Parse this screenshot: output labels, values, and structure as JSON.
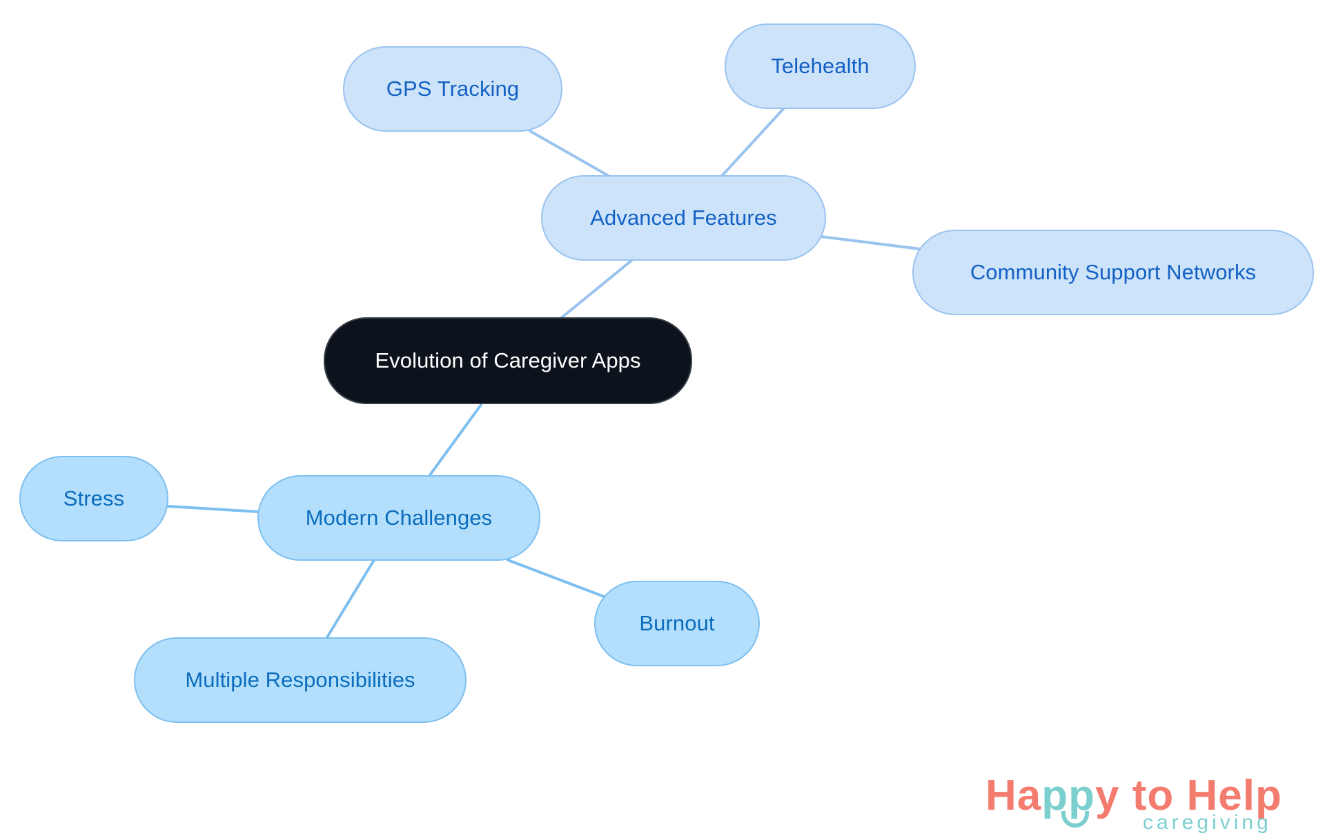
{
  "diagram": {
    "type": "mind-map",
    "root": {
      "label": "Evolution of Caregiver Apps"
    },
    "branches": [
      {
        "label": "Advanced Features",
        "children": [
          "GPS Tracking",
          "Telehealth",
          "Community Support Networks"
        ]
      },
      {
        "label": "Modern Challenges",
        "children": [
          "Stress",
          "Burnout",
          "Multiple Responsibilities"
        ]
      }
    ],
    "colors": {
      "root_fill": "#0d131c",
      "root_text": "#ffffff",
      "branch_a_fill": "#cce3fa",
      "branch_a_text": "#1461c4",
      "branch_a_edge": "#9ac3ef",
      "branch_b_fill": "#b4dffc",
      "branch_b_text": "#0a6cbd",
      "branch_b_edge": "#7dbff0"
    }
  },
  "logo": {
    "part1": "Ha",
    "part2": "pp",
    "part3": "y to Help",
    "tagline": "caregiving",
    "primary_color": "#f47c6e",
    "secondary_color": "#7ccfcf"
  }
}
